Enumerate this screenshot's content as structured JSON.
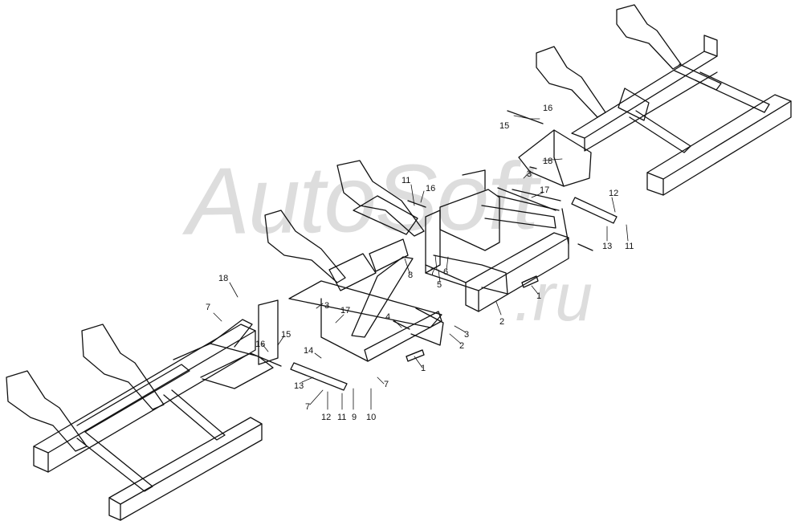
{
  "watermark": {
    "main": "AutoSoft",
    "sub": ".ru"
  },
  "callouts": [
    {
      "id": "c15a",
      "text": "15"
    },
    {
      "id": "c16a",
      "text": "16"
    },
    {
      "id": "c18a",
      "text": "18"
    },
    {
      "id": "c3a",
      "text": "3"
    },
    {
      "id": "c17a",
      "text": "17"
    },
    {
      "id": "c11a",
      "text": "11"
    },
    {
      "id": "c16b",
      "text": "16"
    },
    {
      "id": "c12a",
      "text": "12"
    },
    {
      "id": "c13a",
      "text": "13"
    },
    {
      "id": "c11b",
      "text": "11"
    },
    {
      "id": "c8",
      "text": "8"
    },
    {
      "id": "c7a",
      "text": "7"
    },
    {
      "id": "c6",
      "text": "6"
    },
    {
      "id": "c5",
      "text": "5"
    },
    {
      "id": "c1a",
      "text": "1"
    },
    {
      "id": "c2a",
      "text": "2"
    },
    {
      "id": "c18b",
      "text": "18"
    },
    {
      "id": "c7b",
      "text": "7"
    },
    {
      "id": "c3b",
      "text": "3"
    },
    {
      "id": "c17b",
      "text": "17"
    },
    {
      "id": "c4",
      "text": "4"
    },
    {
      "id": "c3c",
      "text": "3"
    },
    {
      "id": "c2b",
      "text": "2"
    },
    {
      "id": "c15b",
      "text": "15"
    },
    {
      "id": "c16c",
      "text": "16"
    },
    {
      "id": "c14",
      "text": "14"
    },
    {
      "id": "c13b",
      "text": "13"
    },
    {
      "id": "c1b",
      "text": "1"
    },
    {
      "id": "c7c",
      "text": "7"
    },
    {
      "id": "c7d",
      "text": "7"
    },
    {
      "id": "c12b",
      "text": "12"
    },
    {
      "id": "c11c",
      "text": "11"
    },
    {
      "id": "c9",
      "text": "9"
    },
    {
      "id": "c10",
      "text": "10"
    }
  ]
}
